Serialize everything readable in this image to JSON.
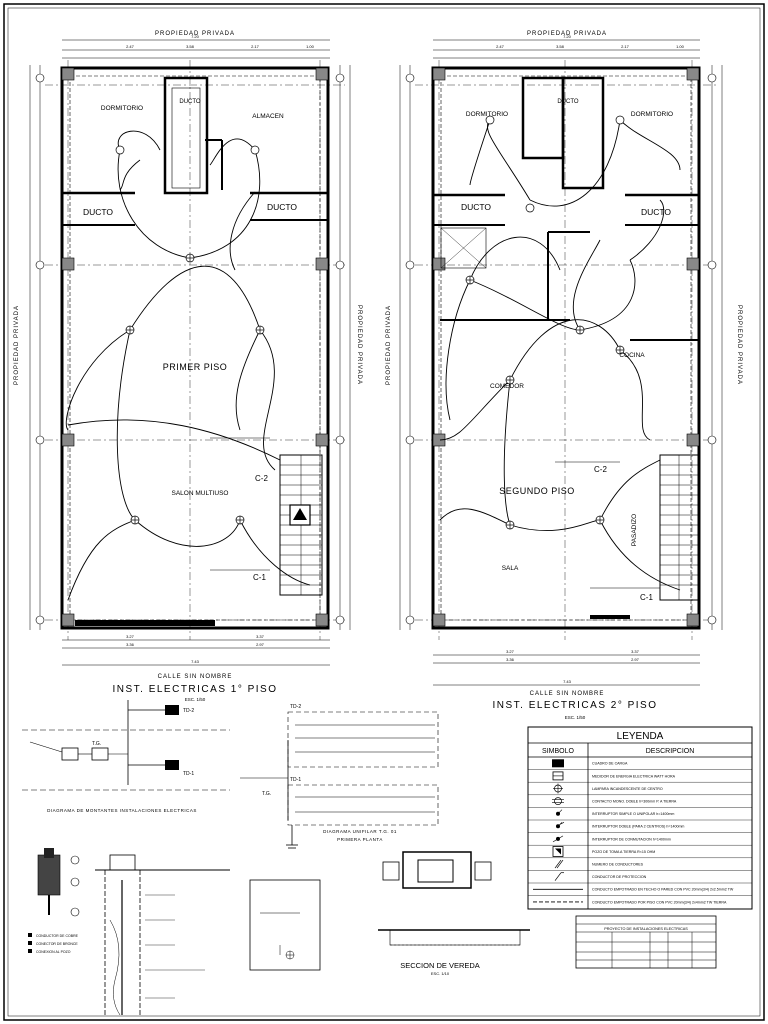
{
  "plan1": {
    "top_label": "PROPIEDAD PRIVADA",
    "left_label": "PROPIEDAD PRIVADA",
    "right_label": "PROPIEDAD PRIVADA",
    "rooms": [
      "DORMITORIO",
      "DUCTO",
      "ALMACEN",
      "DUCTO",
      "DUCTO",
      "PRIMER PISO",
      "SALON MULTIUSO"
    ],
    "circuits": [
      "C-2",
      "C-1"
    ],
    "dims_top": [
      "7.20",
      "2.47",
      "3.58",
      "2.17",
      "1.00"
    ],
    "dims_bottom": [
      "3.27",
      "3.36",
      "3.37",
      "2.97",
      "7.43"
    ],
    "street": "CALLE SIN NOMBRE",
    "title": "INST. ELECTRICAS 1° PISO",
    "scale": "ESC. 1/50"
  },
  "plan2": {
    "top_label": "PROPIEDAD PRIVADA",
    "left_label": "PROPIEDAD PRIVADA",
    "right_label": "PROPIEDAD PRIVADA",
    "rooms": [
      "DORMITORIO",
      "DUCTO",
      "DORMITORIO",
      "DUCTO",
      "DUCTO",
      "COCINA",
      "COMEDOR",
      "SEGUNDO PISO",
      "PASADIZO",
      "SALA"
    ],
    "circuits": [
      "C-2",
      "C-1"
    ],
    "dims_top": [
      "7.20",
      "2.47",
      "3.58",
      "2.17",
      "1.00"
    ],
    "dims_bottom": [
      "3.27",
      "3.36",
      "3.37",
      "2.97",
      "7.43"
    ],
    "street": "CALLE SIN NOMBRE",
    "title": "INST. ELECTRICAS 2° PISO",
    "scale": "ESC. 1/50"
  },
  "montantes": {
    "td2": "TD-2",
    "td1": "TD-1",
    "tg": "T.G.",
    "title": "DIAGRAMA DE MONTANTES INSTALACIONES ELECTRICAS"
  },
  "unifilar": {
    "td2": "TD-2",
    "td1": "TD-1",
    "tg": "T.G.",
    "title": "DIAGRAMA UNIFILAR T.G. 01",
    "subtitle": "PRIMERA PLANTA"
  },
  "pozo": {
    "legend": [
      "CONDUCTOR DE COBRE",
      "CONECTOR DE BRONCE",
      "CONEXION AL POZO"
    ]
  },
  "vereda": {
    "title": "SECCION DE VEREDA",
    "scale": "ESC. 1/10"
  },
  "leyenda": {
    "title": "LEYENDA",
    "col_symbol": "SIMBOLO",
    "col_desc": "DESCRIPCION",
    "rows": [
      {
        "sym": "meter-box",
        "desc": "CUADRO DE CARGA"
      },
      {
        "sym": "meter",
        "desc": "MEDIDOR DE ENERGIA ELECTRICA WATT HORA"
      },
      {
        "sym": "lamp",
        "desc": "LAMPARA INCANDESCENTE DE CENTRO"
      },
      {
        "sym": "outlet",
        "desc": "CONTACTO MONO. DOBLE h=300mm P. A TIERRA"
      },
      {
        "sym": "switch-s",
        "desc": "INTERRUPTOR SIMPLE O UNIPOLAR h=1400mm"
      },
      {
        "sym": "switch-d",
        "desc": "INTERRUPTOR DOBLE (PARA 2 CENTROS) h=1400mm"
      },
      {
        "sym": "switch-c",
        "desc": "INTERRUPTOR DE CONMUTACION h=1400mm"
      },
      {
        "sym": "ground",
        "desc": "POZO DE TOMA A TIERRA R<15 OHM"
      },
      {
        "sym": "conductors",
        "desc": "NUMERO DE CONDUCTORES"
      },
      {
        "sym": "protection",
        "desc": "CONDUCTOR DE PROTECCION"
      },
      {
        "sym": "wire-wall",
        "desc": "CONDUCTO EMPOTRADO EN TECHO O PARED CON PVC 20mm(3/4) 2x2.5mm2 TW"
      },
      {
        "sym": "wire-floor",
        "desc": "CONDUCTO EMPOTRADO POR PISO CON PVC 20mm(3/4) 2x4mm2 TW TIERRA"
      }
    ]
  },
  "title_block": {
    "heading": "PROYECTO DE INSTALACIONES ELECTRICAS"
  }
}
